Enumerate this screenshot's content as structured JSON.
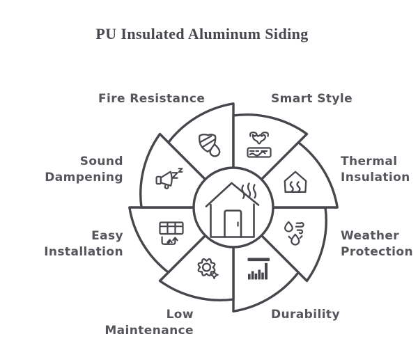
{
  "title": "PU Insulated Aluminum Siding",
  "colors": {
    "stroke": "#45474c",
    "label_text": "#54565c",
    "background": "#ffffff"
  },
  "center": {
    "icon": "house-heat-icon"
  },
  "segments": [
    {
      "id": "fire-resistance",
      "label": "Fire Resistance",
      "icon": "shield-flame-icon"
    },
    {
      "id": "smart-style",
      "label": "Smart Style",
      "icon": "bull-head-plank-icon"
    },
    {
      "id": "thermal-insulation",
      "label": "Thermal\nInsulation",
      "icon": "house-heatwave-icon"
    },
    {
      "id": "weather-protection",
      "label": "Weather\nProtection",
      "icon": "flame-wind-drop-icon"
    },
    {
      "id": "durability",
      "label": "Durability",
      "icon": "bar-chart-icon"
    },
    {
      "id": "low-maintenance",
      "label": "Low\nMaintenance",
      "icon": "gear-sparkle-icon"
    },
    {
      "id": "easy-installation",
      "label": "Easy\nInstallation",
      "icon": "panel-arrows-icon"
    },
    {
      "id": "sound-dampening",
      "label": "Sound\nDampening",
      "icon": "speaker-snooze-icon"
    }
  ]
}
